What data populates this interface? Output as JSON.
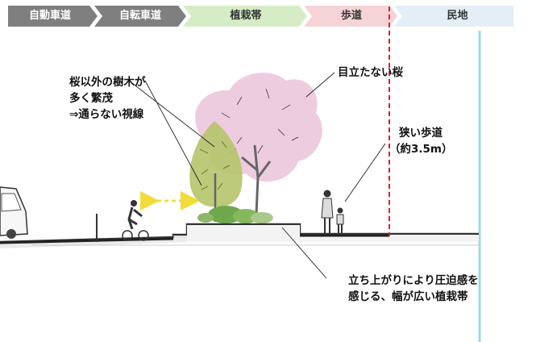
{
  "zones": [
    {
      "label": "自動車道",
      "color": "#7f7f7f",
      "text_color": "#ffffff"
    },
    {
      "label": "自転車道",
      "color": "#7f7f7f",
      "text_color": "#ffffff"
    },
    {
      "label": "植栽帯",
      "color": "#d6ecc7",
      "text_color": "#333333"
    },
    {
      "label": "歩道",
      "color": "#f5d3d6",
      "text_color": "#333333"
    },
    {
      "label": "民地",
      "color": "#e3eef6",
      "text_color": "#333333"
    }
  ],
  "annotations": {
    "other_trees": [
      "桜以外の樹木が",
      "多く繁茂",
      "⇒通らない視線"
    ],
    "hidden_sakura": "目立たない桜",
    "narrow_sidewalk": [
      "狭い歩道",
      "（約3.5m）"
    ],
    "planting_strip": [
      "立ち上がりにより圧迫感を",
      "感じる、幅が広い植栽帯"
    ]
  },
  "colors": {
    "boundary_line": "#e0202a",
    "sight_arrow": "#f2dc3a",
    "sakura": "#ecc6dc",
    "tree": "#b5c46a",
    "ground": "#333333",
    "building_edge": "#9fd8e6"
  }
}
